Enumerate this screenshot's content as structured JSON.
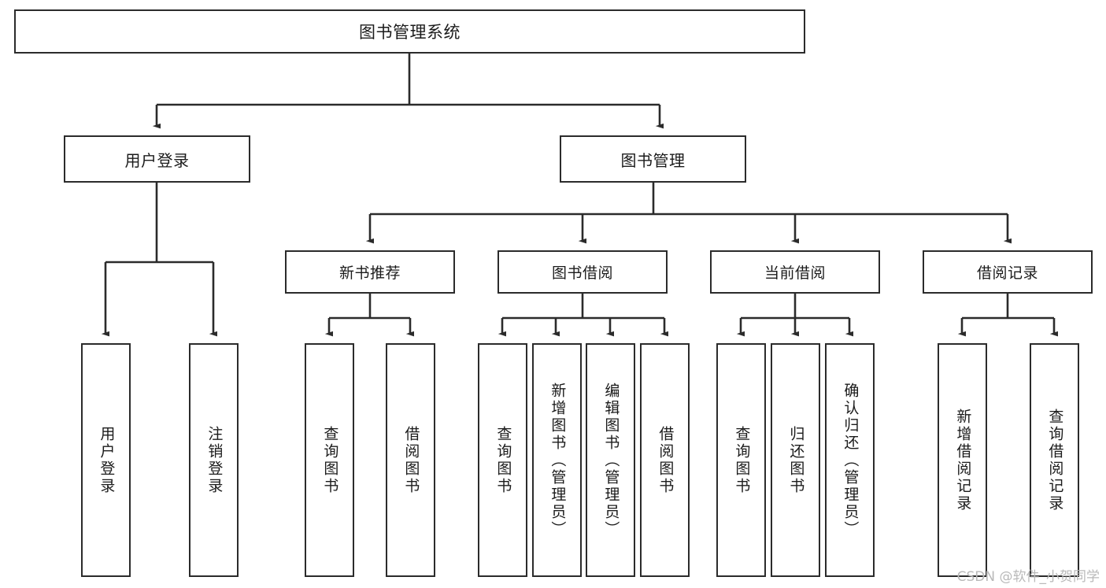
{
  "diagram": {
    "type": "tree",
    "title": "图书管理系统",
    "colors": {
      "node_border": "#2b2b2b",
      "node_fill": "#ffffff",
      "edge": "#2b2b2b",
      "text": "#1b1b1b",
      "watermark": "#b9b9b9",
      "background": "#ffffff"
    },
    "nodes": {
      "root": {
        "label": "图书管理系统"
      },
      "level2": [
        {
          "id": "user-login",
          "label": "用户登录"
        },
        {
          "id": "book-management",
          "label": "图书管理"
        }
      ],
      "level3": [
        {
          "id": "new-book-recommend",
          "label": "新书推荐"
        },
        {
          "id": "book-borrow",
          "label": "图书借阅"
        },
        {
          "id": "current-borrow",
          "label": "当前借阅"
        },
        {
          "id": "borrow-record",
          "label": "借阅记录"
        }
      ],
      "leaves": [
        {
          "id": "leaf-user-login",
          "parent": "user-login",
          "label": "用户登录"
        },
        {
          "id": "leaf-logout-login",
          "parent": "user-login",
          "label": "注销登录"
        },
        {
          "id": "leaf-query-book-1",
          "parent": "new-book-recommend",
          "label": "查询图书"
        },
        {
          "id": "leaf-borrow-book-1",
          "parent": "new-book-recommend",
          "label": "借阅图书"
        },
        {
          "id": "leaf-query-book-2",
          "parent": "book-borrow",
          "label": "查询图书"
        },
        {
          "id": "leaf-add-book-admin",
          "parent": "book-borrow",
          "label": "新增图书（管理员）"
        },
        {
          "id": "leaf-edit-book-admin",
          "parent": "book-borrow",
          "label": "编辑图书（管理员）"
        },
        {
          "id": "leaf-borrow-book-2",
          "parent": "book-borrow",
          "label": "借阅图书"
        },
        {
          "id": "leaf-query-book-3",
          "parent": "current-borrow",
          "label": "查询图书"
        },
        {
          "id": "leaf-return-book",
          "parent": "current-borrow",
          "label": "归还图书"
        },
        {
          "id": "leaf-confirm-return-admin",
          "parent": "current-borrow",
          "label": "确认归还（管理员）"
        },
        {
          "id": "leaf-add-borrow-record",
          "parent": "borrow-record",
          "label": "新增借阅记录"
        },
        {
          "id": "leaf-query-borrow-record",
          "parent": "borrow-record",
          "label": "查询借阅记录"
        }
      ]
    },
    "watermark": "CSDN @软件_小贺同学"
  }
}
